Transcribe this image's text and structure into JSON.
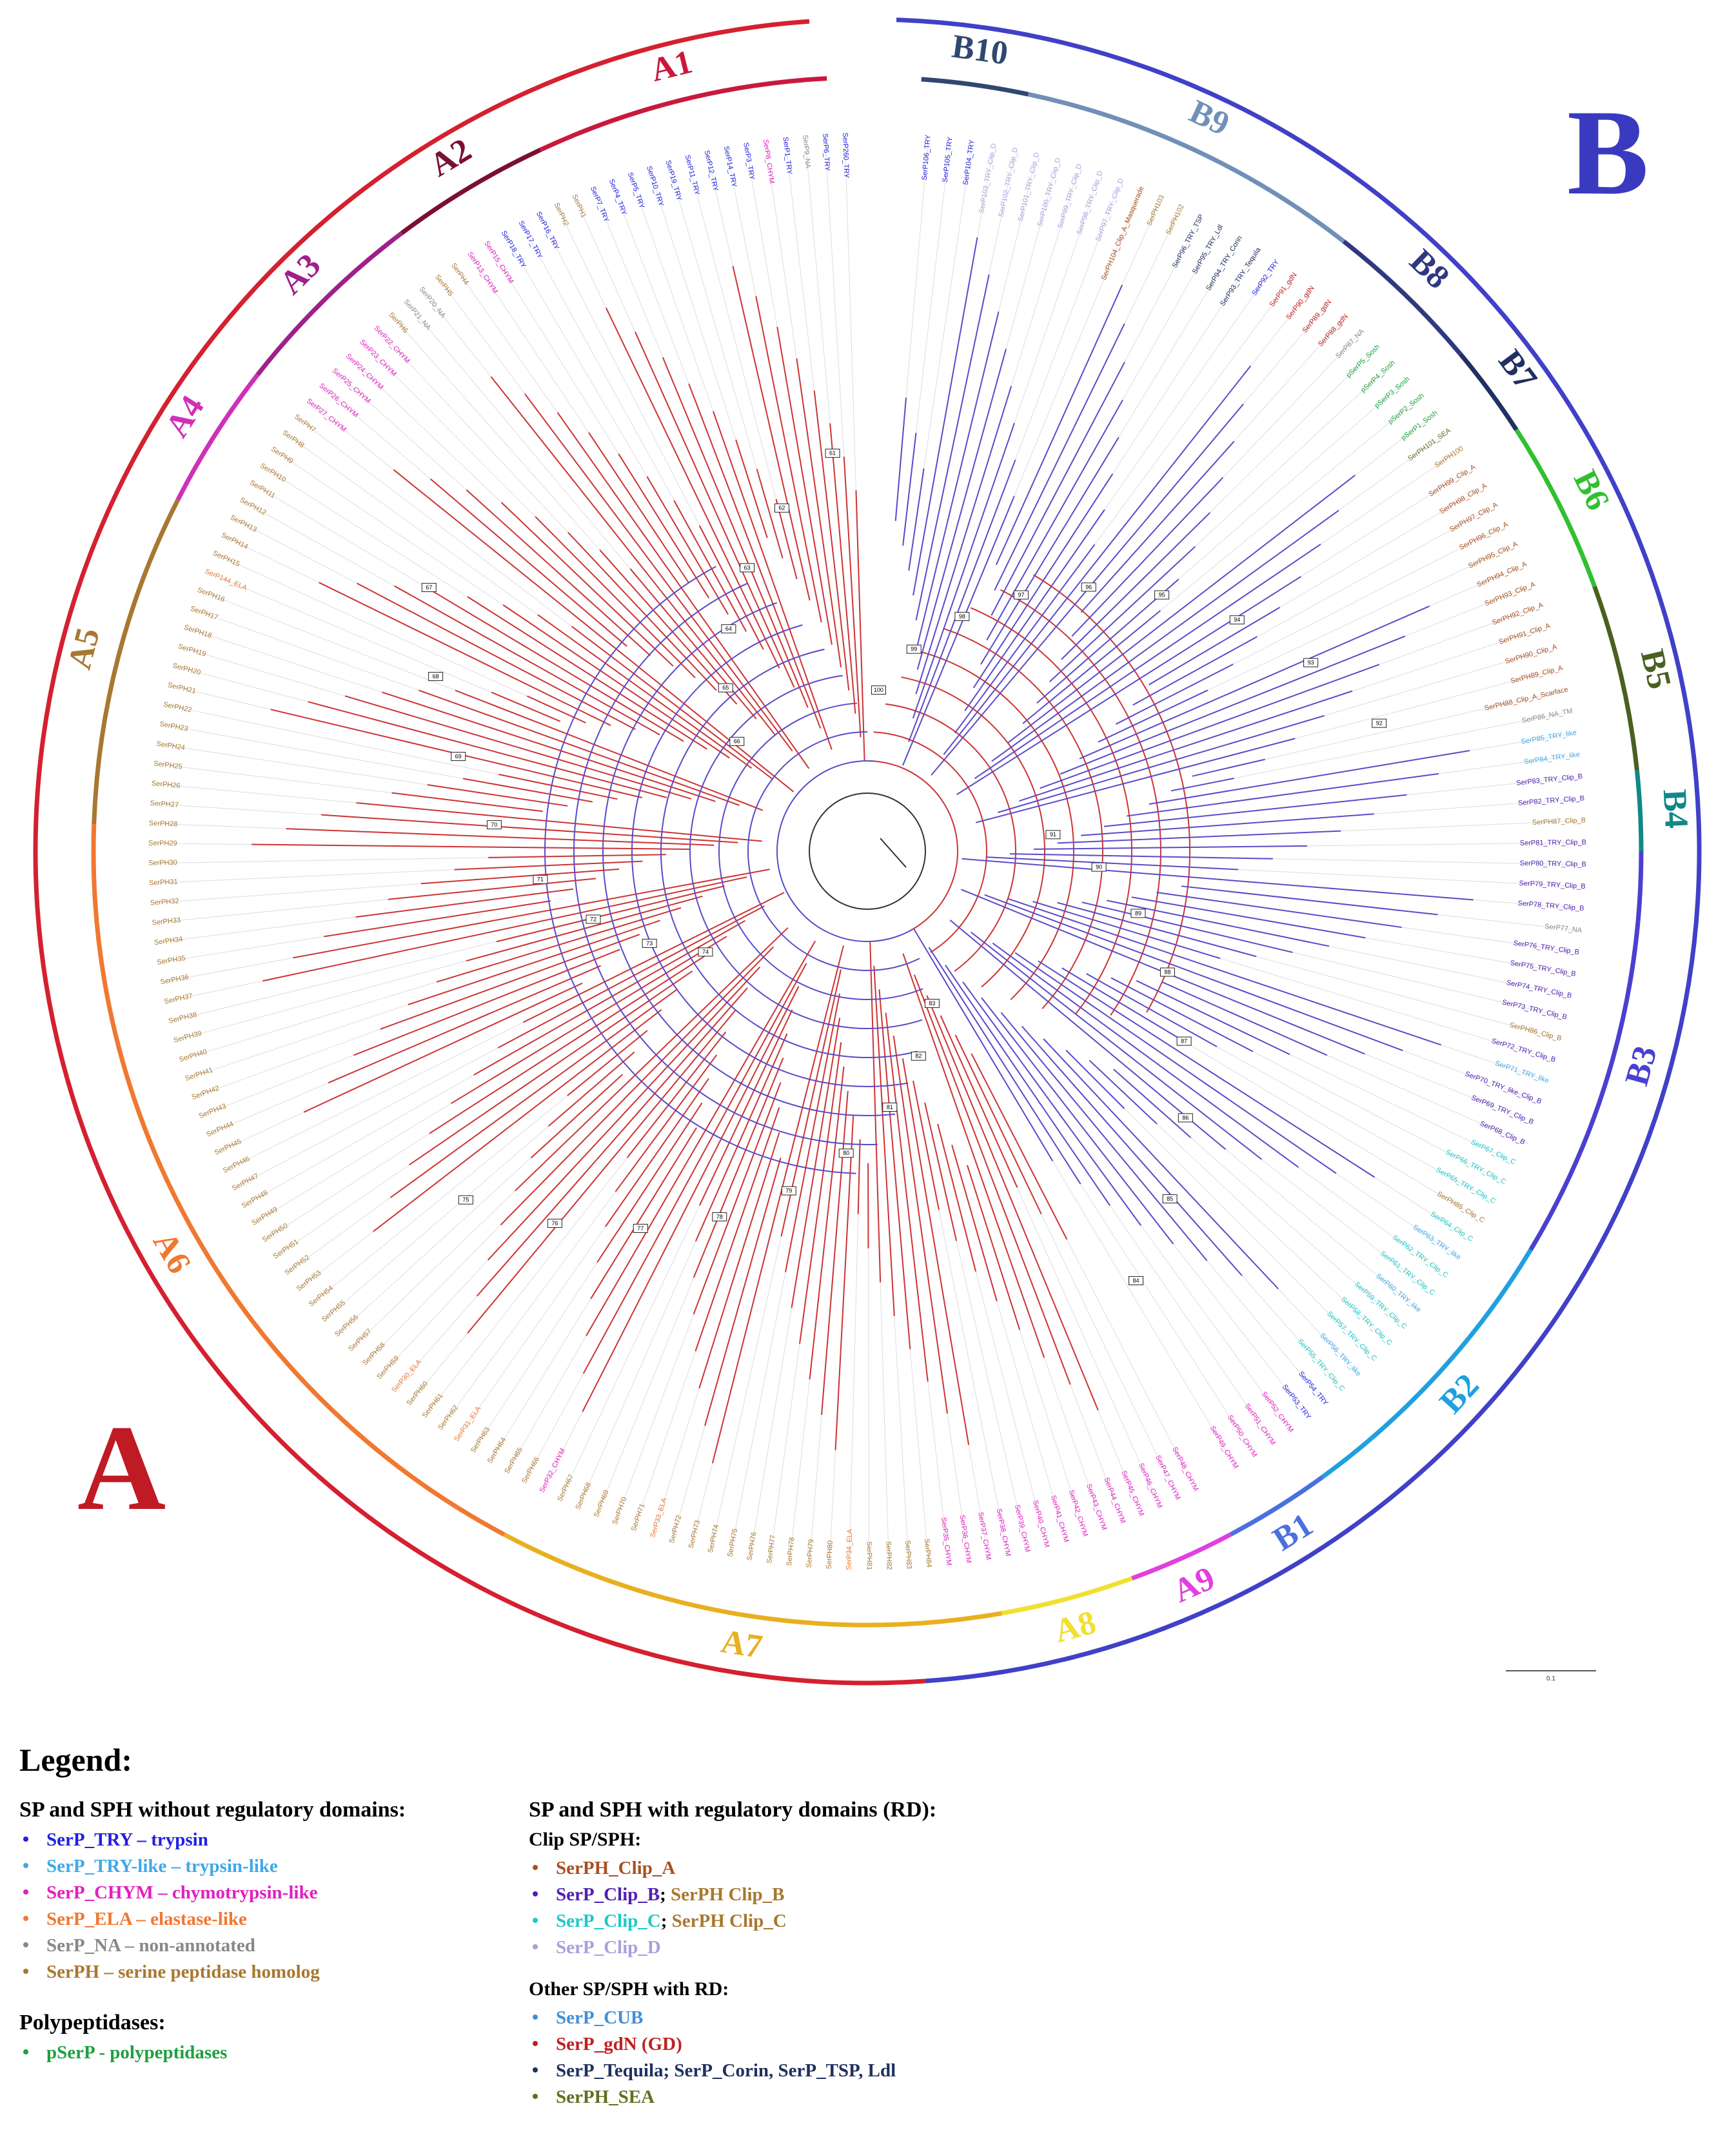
{
  "figure": {
    "big_label_a": "A",
    "big_label_b": "B",
    "scale_label": "0.1",
    "colors": {
      "group_a": "#d42030",
      "group_b": "#4040c8",
      "tree_a": "#cc3333",
      "tree_b": "#5a4ac8"
    },
    "clades": [
      {
        "label": "A1",
        "color": "#c8193c"
      },
      {
        "label": "A2",
        "color": "#7a1030"
      },
      {
        "label": "A3",
        "color": "#a0208a"
      },
      {
        "label": "A4",
        "color": "#d030b8"
      },
      {
        "label": "A5",
        "color": "#a87830"
      },
      {
        "label": "A6",
        "color": "#f07830"
      },
      {
        "label": "A7",
        "color": "#e8b020"
      },
      {
        "label": "A8",
        "color": "#f0e030"
      },
      {
        "label": "A9",
        "color": "#e040e0"
      },
      {
        "label": "B1",
        "color": "#4a70e0"
      },
      {
        "label": "B2",
        "color": "#20a0e0"
      },
      {
        "label": "B3",
        "color": "#4a40d0"
      },
      {
        "label": "B4",
        "color": "#108888"
      },
      {
        "label": "B5",
        "color": "#4a6020"
      },
      {
        "label": "B6",
        "color": "#30c030"
      },
      {
        "label": "B7",
        "color": "#203060"
      },
      {
        "label": "B8",
        "color": "#303880"
      },
      {
        "label": "B9",
        "color": "#7090b8"
      },
      {
        "label": "B10",
        "color": "#304870"
      }
    ],
    "leaf_labels_a": [
      "SerP260_TRY",
      "SerP6_TRY",
      "SerP9_NA",
      "SerP1_TRY",
      "SerP8_CHYM",
      "SerP3_TRY",
      "SerP14_TRY",
      "SerP12_TRY",
      "SerP11_TRY",
      "SerP19_TRY",
      "SerP10_TRY",
      "SerP5_TRY",
      "SerP4_TRY",
      "SerP7_TRY",
      "SerPH1",
      "SerPH2",
      "SerP16_TRY",
      "SerP17_TRY",
      "SerP18_TRY",
      "SerP15_CHYM",
      "SerP13_CHYM",
      "SerPH4",
      "SerPH5",
      "SerP20_NA",
      "SerP21_NA",
      "SerPH6",
      "SerP22_CHYM",
      "SerP23_CHYM",
      "SerP24_CHYM",
      "SerP25_CHYM",
      "SerP26_CHYM",
      "SerP27_CHYM",
      "SerPH7",
      "SerPH8",
      "SerPH9",
      "SerPH10",
      "SerPH11",
      "SerPH12",
      "SerPH13",
      "SerPH14",
      "SerPH15",
      "SerP144_ELA",
      "SerPH16",
      "SerPH17",
      "SerPH18",
      "SerPH19",
      "SerPH20",
      "SerPH21",
      "SerPH22",
      "SerPH23",
      "SerPH24",
      "SerPH25",
      "SerPH26",
      "SerPH27",
      "SerPH28",
      "SerPH29",
      "SerPH30",
      "SerPH31",
      "SerPH32",
      "SerPH33",
      "SerPH34",
      "SerPH35",
      "SerPH36",
      "SerPH37",
      "SerPH38",
      "SerPH39",
      "SerPH40",
      "SerPH41",
      "SerPH42",
      "SerPH43",
      "SerPH44",
      "SerPH45",
      "SerPH46",
      "SerPH47",
      "SerPH48",
      "SerPH49",
      "SerPH50",
      "SerPH51",
      "SerPH52",
      "SerPH53",
      "SerPH54",
      "SerPH55",
      "SerPH56",
      "SerPH57",
      "SerPH58",
      "SerPH59",
      "SerP30_ELA",
      "SerPH60",
      "SerPH61",
      "SerPH62",
      "SerP31_ELA",
      "SerPH63",
      "SerPH64",
      "SerPH65",
      "SerPH66",
      "SerP32_CHYM",
      "SerPH67",
      "SerPH68",
      "SerPH69",
      "SerPH70",
      "SerPH71",
      "SerP33_ELA",
      "SerPH72",
      "SerPH73",
      "SerPH74",
      "SerPH75",
      "SerPH76",
      "SerPH77",
      "SerPH78",
      "SerPH79",
      "SerPH80",
      "SerP34_ELA",
      "SerPH81",
      "SerPH82",
      "SerPH83",
      "SerPH84",
      "SerP35_CHYM",
      "SerP36_CHYM",
      "SerP37_CHYM",
      "SerP38_CHYM",
      "SerP39_CHYM",
      "SerP40_CHYM",
      "SerP41_CHYM",
      "SerP42_CHYM",
      "SerP43_CHYM",
      "SerP44_CHYM",
      "SerP45_CHYM",
      "SerP46_CHYM",
      "SerP47_CHYM",
      "SerP48_CHYM"
    ],
    "leaf_labels_b": [
      "SerP49_CHYM",
      "SerP50_CHYM",
      "SerP51_CHYM",
      "SerP52_CHYM",
      "SerP53_TRY",
      "SerP54_TRY",
      "SerP55_TRY_Clip_C",
      "SerP56_TRY_like",
      "SerP57_TRY_Clip_C",
      "SerP58_TRY_Clip_C",
      "SerP59_TRY_Clip_C",
      "SerP60_TRY_like",
      "SerP61_TRY_Clip_C",
      "SerP62_TRY_Clip_C",
      "SerP63_TRY_like",
      "SerP64_Clip_C",
      "SerPH85_Clip_C",
      "SerP65_TRY_Clip_C",
      "SerP66_TRY_Clip_C",
      "SerP67_Clip_C",
      "SerP68_Clip_B",
      "SerP69_TRY_Clip_B",
      "SerP70_TRY_like_Clip_B",
      "SerP71_TRY_like",
      "SerP72_TRY_Clip_B",
      "SerPH86_Clip_B",
      "SerP73_TRY_Clip_B",
      "SerP74_TRY_Clip_B",
      "SerP75_TRY_Clip_B",
      "SerP76_TRY_Clip_B",
      "SerP77_NA",
      "SerP78_TRY_Clip_B",
      "SerP79_TRY_Clip_B",
      "SerP80_TRY_Clip_B",
      "SerP81_TRY_Clip_B",
      "SerPH87_Clip_B",
      "SerP82_TRY_Clip_B",
      "SerP83_TRY_Clip_B",
      "SerP84_TRY_like",
      "SerP85_TRY_like",
      "SerP86_NA_TM",
      "SerPH88_Clip_A_Scarface",
      "SerPH89_Clip_A",
      "SerPH90_Clip_A",
      "SerPH91_Clip_A",
      "SerPH92_Clip_A",
      "SerPH93_Clip_A",
      "SerPH94_Clip_A",
      "SerPH95_Clip_A",
      "SerPH96_Clip_A",
      "SerPH97_Clip_A",
      "SerPH98_Clip_A",
      "SerPH99_Clip_A",
      "SerPH100",
      "SerPH101_SEA",
      "pSerP1_Sosh",
      "pSerP2_Sosh",
      "pSerP3_Sosh",
      "pSerP4_Sosh",
      "pSerP5_Sosh",
      "SerP87_NA",
      "SerP88_gdN",
      "SerP89_gdN",
      "SerP90_gdN",
      "SerP91_gdN",
      "SerP92_TRY",
      "SerP93_TRY_Tequila",
      "SerP94_TRY_Corin",
      "SerP95_TRY_Ldl",
      "SerP96_TRY_TSP",
      "SerPH102",
      "SerPH103",
      "SerPH104_Clip_A_Masquerade",
      "SerP97_TRY_Clip_D",
      "SerP98_TRY_Clip_D",
      "SerP99_TRY_Clip_D",
      "SerP100_TRY_Clip_D",
      "SerP101_TRY_Clip_D",
      "SerP102_TRY_Clip_D",
      "SerP103_TRY_Clip_D",
      "SerP104_TRY",
      "SerP105_TRY",
      "SerP106_TRY"
    ],
    "bootstrap_values": [
      "100",
      "99",
      "98",
      "97",
      "96",
      "95",
      "94",
      "93",
      "92",
      "91",
      "90",
      "89",
      "88",
      "87",
      "86",
      "85",
      "84",
      "83",
      "82",
      "81",
      "80",
      "79",
      "78",
      "77",
      "76",
      "75",
      "74",
      "73",
      "72",
      "71",
      "70",
      "69",
      "68",
      "67",
      "66",
      "65",
      "64",
      "63",
      "62",
      "61"
    ]
  },
  "legend": {
    "title": "Legend:",
    "left_section_title": "SP and SPH without regulatory domains:",
    "left_items": [
      {
        "text": "SerP_TRY – trypsin",
        "color": "#2020e0"
      },
      {
        "text": "SerP_TRY-like – trypsin-like",
        "color": "#40a8e8"
      },
      {
        "text": "SerP_CHYM – chymotrypsin-like",
        "color": "#e020c0"
      },
      {
        "text": "SerP_ELA – elastase-like",
        "color": "#f07830"
      },
      {
        "text": "SerP_NA – non-annotated",
        "color": "#888888"
      },
      {
        "text": "SerPH – serine peptidase homolog",
        "color": "#a87830"
      }
    ],
    "poly_title": "Polypeptidases:",
    "poly_items": [
      {
        "text": "pSerP - polypeptidases",
        "color": "#20a040"
      }
    ],
    "right_section_title": "SP and SPH with regulatory domains (RD):",
    "clip_title": "Clip SP/SPH:",
    "clip_items": [
      {
        "parts": [
          {
            "text": "SerPH_Clip_A",
            "color": "#a85020"
          }
        ],
        "bullet": "#a85020"
      },
      {
        "parts": [
          {
            "text": "SerP_Clip_B",
            "color": "#5020b0"
          },
          {
            "text": "; ",
            "color": "#000000"
          },
          {
            "text": "SerPH Clip_B",
            "color": "#a87830"
          }
        ],
        "bullet": "#5020b0"
      },
      {
        "parts": [
          {
            "text": "SerP_Clip_C",
            "color": "#20c8c8"
          },
          {
            "text": "; ",
            "color": "#000000"
          },
          {
            "text": "SerPH Clip_C",
            "color": "#a87830"
          }
        ],
        "bullet": "#20c8c8"
      },
      {
        "parts": [
          {
            "text": "SerP_Clip_D",
            "color": "#a8a0e0"
          }
        ],
        "bullet": "#a8a0e0"
      }
    ],
    "other_title": "Other SP/SPH with RD:",
    "other_items": [
      {
        "parts": [
          {
            "text": "SerP_CUB",
            "color": "#4090d8"
          }
        ],
        "bullet": "#4090d8"
      },
      {
        "parts": [
          {
            "text": "SerP_gdN (GD)",
            "color": "#c02020"
          }
        ],
        "bullet": "#c02020"
      },
      {
        "parts": [
          {
            "text": "SerP_Tequila; SerP_Corin, SerP_TSP, Ldl",
            "color": "#203060"
          }
        ],
        "bullet": "#203060"
      },
      {
        "parts": [
          {
            "text": "SerPH_SEA",
            "color": "#607020"
          }
        ],
        "bullet": "#607020"
      }
    ]
  }
}
